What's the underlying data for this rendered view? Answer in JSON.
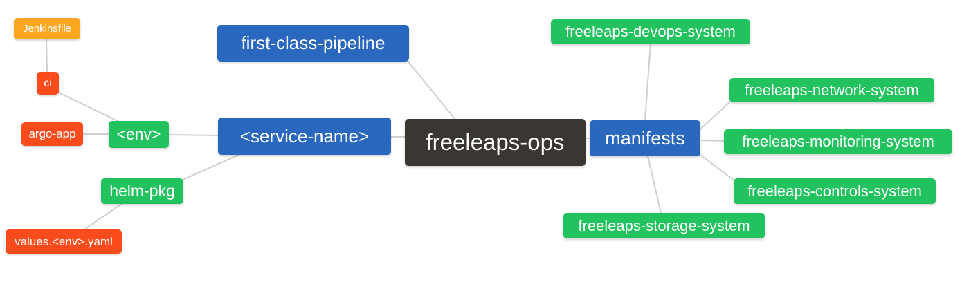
{
  "diagram": {
    "type": "mindmap",
    "root": "freeleaps-ops",
    "colors": {
      "blue": "#2A67BF",
      "green": "#22C35E",
      "orange": "#FBA61F",
      "red": "#FA4B1D",
      "dark": "#3A3733",
      "line": "#CFCFCF",
      "text": "#FFFFFF",
      "background": "#FFFFFF"
    },
    "nodes": {
      "jenkinsfile": {
        "label": "Jenkinsfile",
        "color": "orange"
      },
      "ci": {
        "label": "ci",
        "color": "red"
      },
      "argo_app": {
        "label": "argo-app",
        "color": "red"
      },
      "env": {
        "label": "<env>",
        "color": "green"
      },
      "helm_pkg": {
        "label": "helm-pkg",
        "color": "green"
      },
      "values_env_yaml": {
        "label": "values.<env>.yaml",
        "color": "red"
      },
      "first_class_pipeline": {
        "label": "first-class-pipeline",
        "color": "blue"
      },
      "service_name": {
        "label": "<service-name>",
        "color": "blue"
      },
      "freeleaps_ops": {
        "label": "freeleaps-ops",
        "color": "dark"
      },
      "manifests": {
        "label": "manifests",
        "color": "blue"
      },
      "devops_system": {
        "label": "freeleaps-devops-system",
        "color": "green"
      },
      "network_system": {
        "label": "freeleaps-network-system",
        "color": "green"
      },
      "monitoring_system": {
        "label": "freeleaps-monitoring-system",
        "color": "green"
      },
      "controls_system": {
        "label": "freeleaps-controls-system",
        "color": "green"
      },
      "storage_system": {
        "label": "freeleaps-storage-system",
        "color": "green"
      }
    },
    "edges": [
      {
        "from": "jenkinsfile",
        "to": "ci"
      },
      {
        "from": "ci",
        "to": "env"
      },
      {
        "from": "argo_app",
        "to": "env"
      },
      {
        "from": "env",
        "to": "service_name"
      },
      {
        "from": "helm_pkg",
        "to": "service_name"
      },
      {
        "from": "values_env_yaml",
        "to": "helm_pkg"
      },
      {
        "from": "first_class_pipeline",
        "to": "freeleaps_ops"
      },
      {
        "from": "service_name",
        "to": "freeleaps_ops"
      },
      {
        "from": "freeleaps_ops",
        "to": "manifests"
      },
      {
        "from": "manifests",
        "to": "devops_system"
      },
      {
        "from": "manifests",
        "to": "network_system"
      },
      {
        "from": "manifests",
        "to": "monitoring_system"
      },
      {
        "from": "manifests",
        "to": "controls_system"
      },
      {
        "from": "manifests",
        "to": "storage_system"
      }
    ]
  }
}
